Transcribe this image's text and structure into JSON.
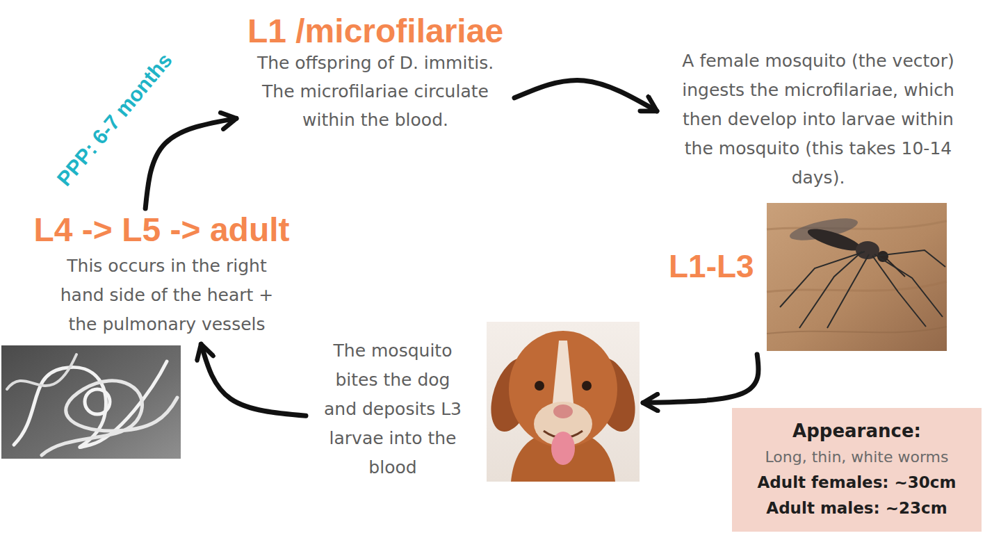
{
  "diagram": {
    "nodes": [
      {
        "text": [
          "L1 /microfilariae",
          "The offspring of D. immitis. The microfilariae circulate within the blood."
        ]
      },
      {
        "text": [
          "A female mosquito (the vector) ingests the microfilariae, which then develop into larvae within the mosquito (this takes 10-14 days).",
          "L1-L3"
        ]
      },
      {
        "text": [
          "The mosquito bites the dog and deposits L3 larvae into the blood"
        ]
      },
      {
        "text": [
          "L4 -> L5 -> adult",
          "This occurs in the right hand side of the heart + the pulmonary vessels"
        ]
      },
      {
        "text": [
          "Appearance:",
          "Long, thin, white worms",
          "Adult females: ~30cm",
          "Adult males: ~23cm"
        ]
      }
    ],
    "edges": [
      {
        "from": 0,
        "to": 1,
        "arrow": "to"
      },
      {
        "from": 1,
        "to": 2,
        "arrow": "to"
      },
      {
        "from": 2,
        "to": 3,
        "arrow": "to"
      },
      {
        "from": 3,
        "to": 0,
        "arrow": "to",
        "label": "PPP: 6-7 months"
      }
    ]
  }
}
